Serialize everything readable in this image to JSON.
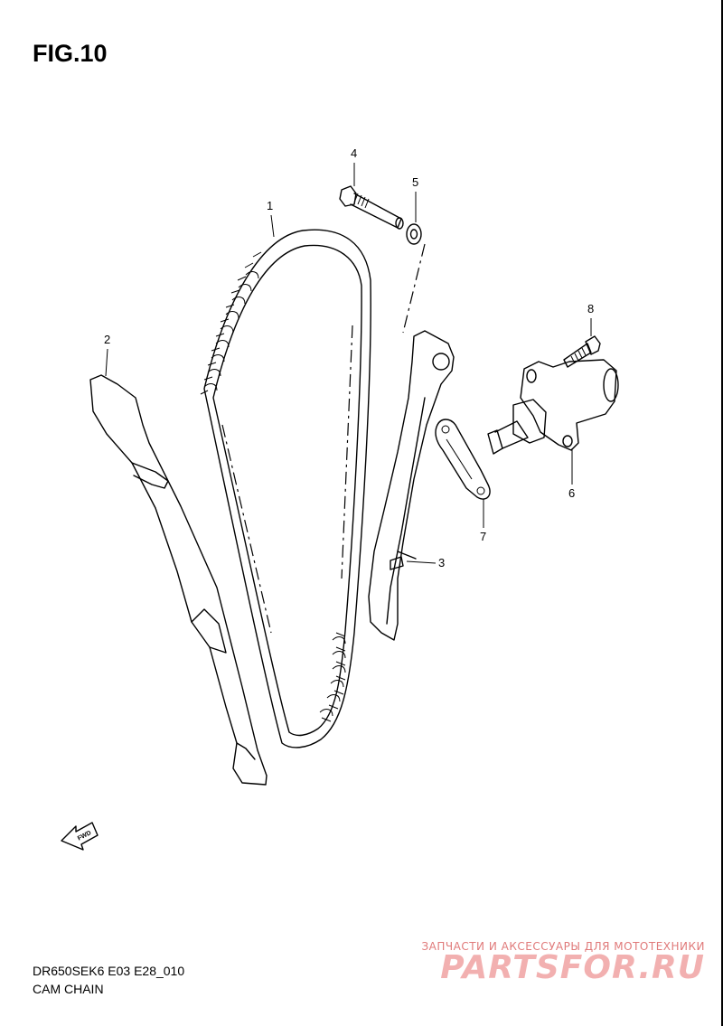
{
  "figure": {
    "title": "FIG.10"
  },
  "callouts": [
    {
      "id": "1",
      "label": "1"
    },
    {
      "id": "2",
      "label": "2"
    },
    {
      "id": "3",
      "label": "3"
    },
    {
      "id": "4",
      "label": "4"
    },
    {
      "id": "5",
      "label": "5"
    },
    {
      "id": "6",
      "label": "6"
    },
    {
      "id": "7",
      "label": "7"
    },
    {
      "id": "8",
      "label": "8"
    }
  ],
  "fwd_arrow": {
    "label": "FWD"
  },
  "footer": {
    "model_code": "DR650SEK6 E03 E28_010",
    "section_name": "CAM CHAIN"
  },
  "watermark": {
    "tagline": "ЗАПЧАСТИ И АКСЕССУАРЫ ДЛЯ МОТОТЕХНИКИ",
    "logo": "PARTSFOR.RU"
  },
  "colors": {
    "watermark": "#f2b0b0",
    "watermark_text": "#e07a7a"
  }
}
